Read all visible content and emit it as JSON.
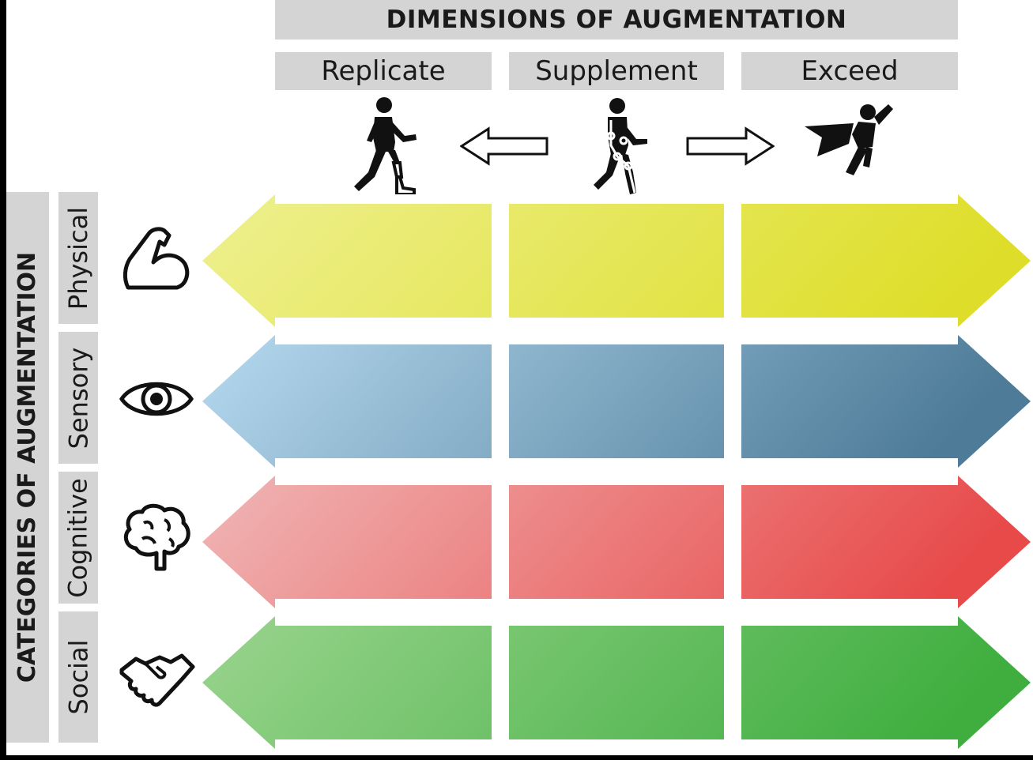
{
  "title": "DIMENSIONS OF AUGMENTATION",
  "categories_title": "CATEGORIES OF AUGMENTATION",
  "dimensions": [
    {
      "label": "Replicate",
      "icon": "prosthetic-leg-walker-icon"
    },
    {
      "label": "Supplement",
      "icon": "exoskeleton-walker-icon"
    },
    {
      "label": "Exceed",
      "icon": "superhero-icon"
    }
  ],
  "categories": [
    {
      "label": "Physical",
      "icon": "flexed-arm-icon",
      "colors": [
        "#eef090",
        "#dede2a"
      ]
    },
    {
      "label": "Sensory",
      "icon": "eye-icon",
      "colors": [
        "#b6d9ef",
        "#4d7b98"
      ]
    },
    {
      "label": "Cognitive",
      "icon": "brain-icon",
      "colors": [
        "#f0b6b6",
        "#e84a4a"
      ]
    },
    {
      "label": "Social",
      "icon": "handshake-icon",
      "colors": [
        "#9ad48e",
        "#3fae3f"
      ]
    }
  ],
  "arrow_icons": [
    "arrow-left-icon",
    "arrow-right-icon"
  ]
}
